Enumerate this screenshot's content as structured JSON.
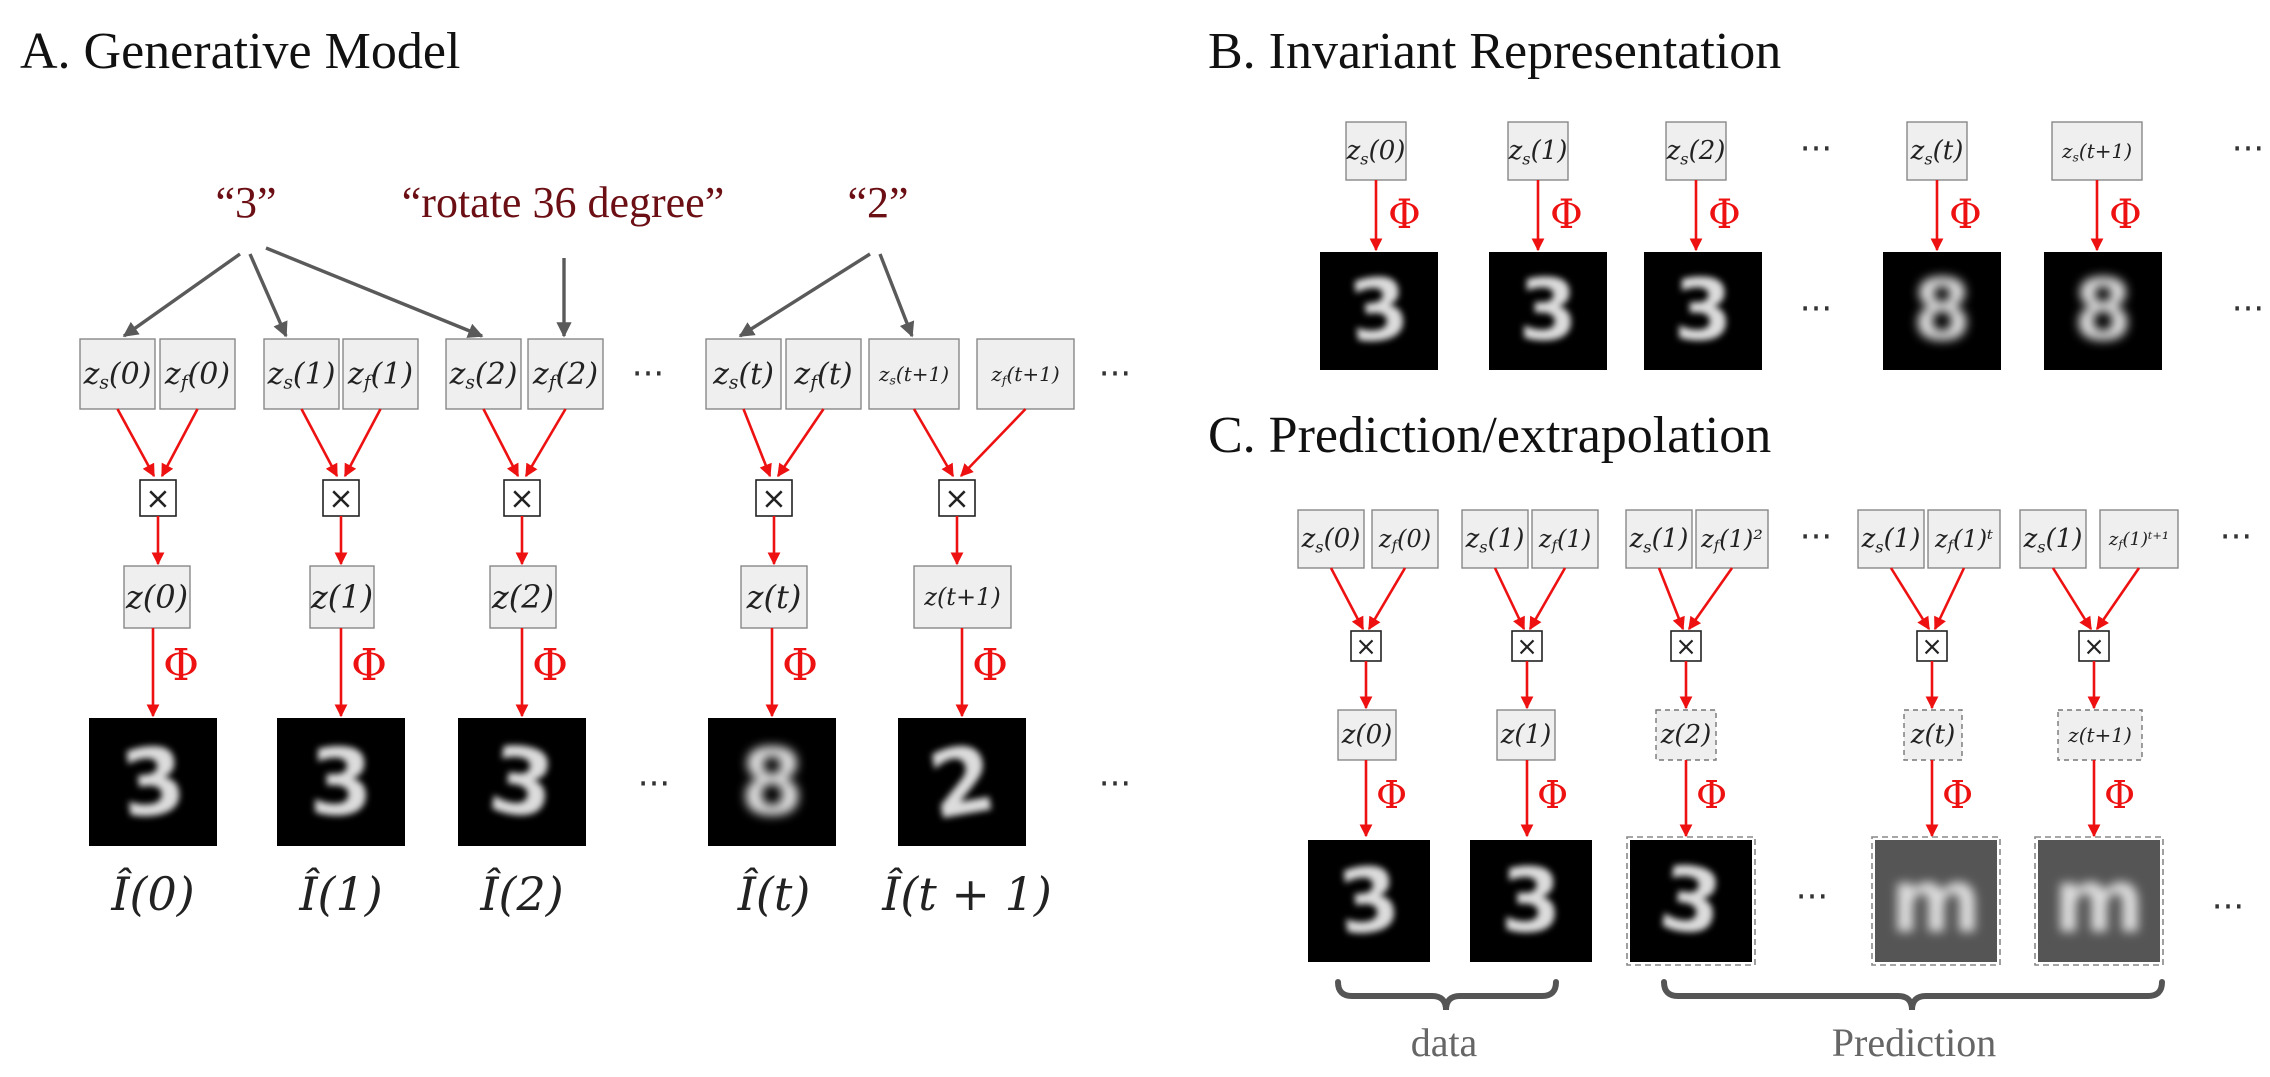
{
  "panels": {
    "a_title": "A. Generative Model",
    "b_title": "B. Invariant Representation",
    "c_title": "C. Prediction/extrapolation"
  },
  "panel_a": {
    "quote_3": "“3”",
    "quote_rotate": "“rotate 36 degree”",
    "quote_2": "“2”",
    "zs_labels": [
      "z_s(0)",
      "z_s(1)",
      "z_s(2)",
      "z_s(t)",
      "z_s(t+1)"
    ],
    "zf_labels": [
      "z_f(0)",
      "z_f(1)",
      "z_f(2)",
      "z_f(t)",
      "z_f(t+1)"
    ],
    "z_labels": [
      "z(0)",
      "z(1)",
      "z(2)",
      "z(t)",
      "z(t+1)"
    ],
    "image_labels": [
      "Î(0)",
      "Î(1)",
      "Î(2)",
      "Î(t)",
      "Î(t + 1)"
    ],
    "digits": [
      "3",
      "3",
      "3",
      "8",
      "2"
    ],
    "mult_symbol": "×",
    "phi_symbol": "Φ",
    "ellipsis": "···"
  },
  "panel_b": {
    "zs_labels": [
      "z_s(0)",
      "z_s(1)",
      "z_s(2)",
      "z_s(t)",
      "z_s(t+1)"
    ],
    "digits": [
      "3",
      "3",
      "3",
      "8",
      "8"
    ],
    "phi_symbol": "Φ",
    "ellipsis": "···"
  },
  "panel_c": {
    "zs_labels": [
      "z_s(0)",
      "z_s(1)",
      "z_s(1)",
      "z_s(1)",
      "z_s(1)"
    ],
    "zf_labels": [
      "z_f(0)",
      "z_f(1)",
      "z_f(1)²",
      "z_f(1)ᵗ",
      "z_f(1)ᵗ⁺¹"
    ],
    "z_labels": [
      "z(0)",
      "z(1)",
      "z(2)",
      "z(t)",
      "z(t+1)"
    ],
    "digits": [
      "3",
      "3",
      "3",
      "m",
      "m"
    ],
    "mult_symbol": "×",
    "phi_symbol": "Φ",
    "ellipsis": "···",
    "brace_data": "data",
    "brace_prediction": "Prediction"
  },
  "colors": {
    "arrow_red": "#ee1111",
    "arrow_gray": "#5a5a5a",
    "quote_text": "#6b0f14",
    "box_fill": "#efefef"
  }
}
